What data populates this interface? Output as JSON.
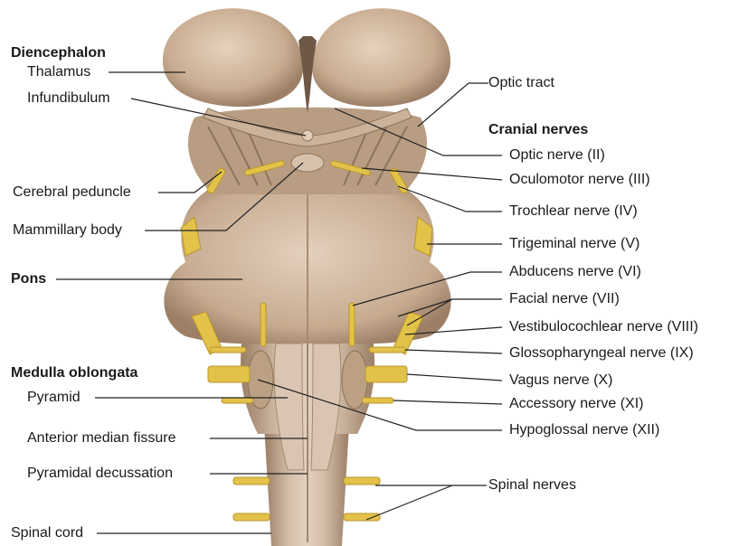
{
  "headings": {
    "diencephalon": "Diencephalon",
    "cranial_nerves": "Cranial nerves",
    "pons": "Pons",
    "medulla": "Medulla oblongata"
  },
  "left_labels": {
    "thalamus": "Thalamus",
    "infundibulum": "Infundibulum",
    "cerebral_peduncle": "Cerebral peduncle",
    "mammillary_body": "Mammillary body",
    "pyramid": "Pyramid",
    "anterior_median_fissure": "Anterior median fissure",
    "pyramidal_decussation": "Pyramidal decussation",
    "spinal_cord": "Spinal cord"
  },
  "right_labels": {
    "optic_tract": "Optic tract",
    "optic_nerve": "Optic nerve (II)",
    "oculomotor_nerve": "Oculomotor nerve (III)",
    "trochlear_nerve": "Trochlear nerve (IV)",
    "trigeminal_nerve": "Trigeminal nerve (V)",
    "abducens_nerve": "Abducens nerve (VI)",
    "facial_nerve": "Facial nerve (VII)",
    "vestibulocochlear_nerve": "Vestibulocochlear nerve (VIII)",
    "glossopharyngeal_nerve": "Glossopharyngeal nerve (IX)",
    "vagus_nerve": "Vagus nerve (X)",
    "accessory_nerve": "Accessory nerve (XI)",
    "hypoglossal_nerve": "Hypoglossal nerve (XII)",
    "spinal_nerves": "Spinal nerves"
  },
  "colors": {
    "tissue": "#cdb49a",
    "tissue_dark": "#a4896f",
    "nerve": "#e3c24a",
    "leader": "#222222"
  }
}
